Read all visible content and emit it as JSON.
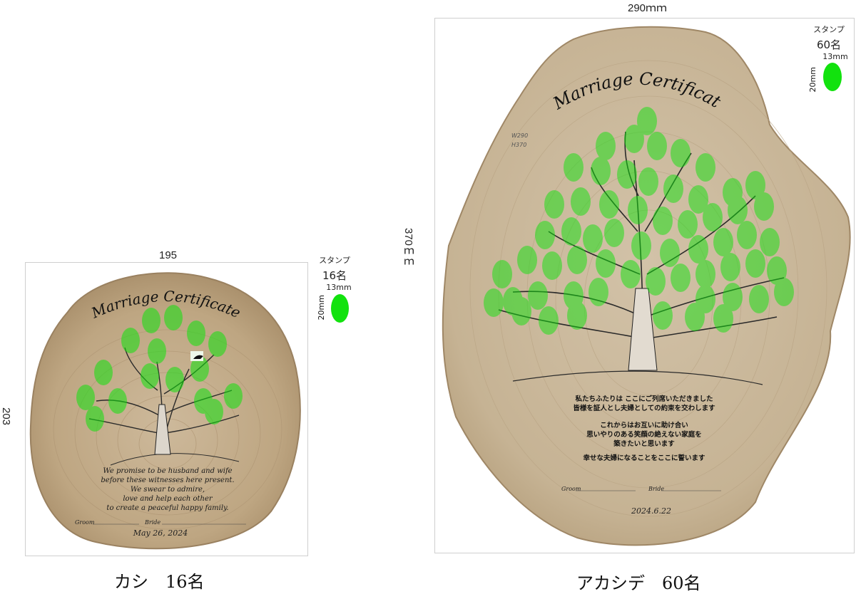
{
  "left": {
    "width_label": "195",
    "height_label": "203",
    "stamp": {
      "title": "スタンプ",
      "count": "16名",
      "width": "13mm",
      "height": "20mm"
    },
    "title": "Marriage Certificate",
    "vows": [
      "We promise to be husband and wife",
      "before these witnesses here present.",
      "We swear to admire,",
      "love and help each other",
      "to create a peaceful happy family."
    ],
    "groom": "Groom",
    "bride": "Bride",
    "date": "May 26, 2024",
    "caption": "カシ　16名"
  },
  "right": {
    "width_label": "290ｍｍ",
    "height_label": "370ｍｍ",
    "stamp": {
      "title": "スタンプ",
      "count": "60名",
      "width": "13mm",
      "height": "20mm"
    },
    "title": "Marriage Certificate",
    "pencil_note": [
      "W290",
      "H370"
    ],
    "vows": [
      "私たちふたりは ここにご列席いただきました",
      "皆様を証人とし夫婦としての約束を交わします",
      "これからはお互いに助け合い",
      "思いやりのある笑顔の絶えない家庭を",
      "築きたいと思います",
      "幸せな夫婦になることをここに誓います"
    ],
    "groom": "Groom",
    "bride": "Bride",
    "date": "2024.6.22",
    "caption": "アカシデ　60名"
  },
  "colors": {
    "stamp_green": "#12e20e",
    "wood": "#c9b79c",
    "wood_dark": "#a8906f"
  }
}
